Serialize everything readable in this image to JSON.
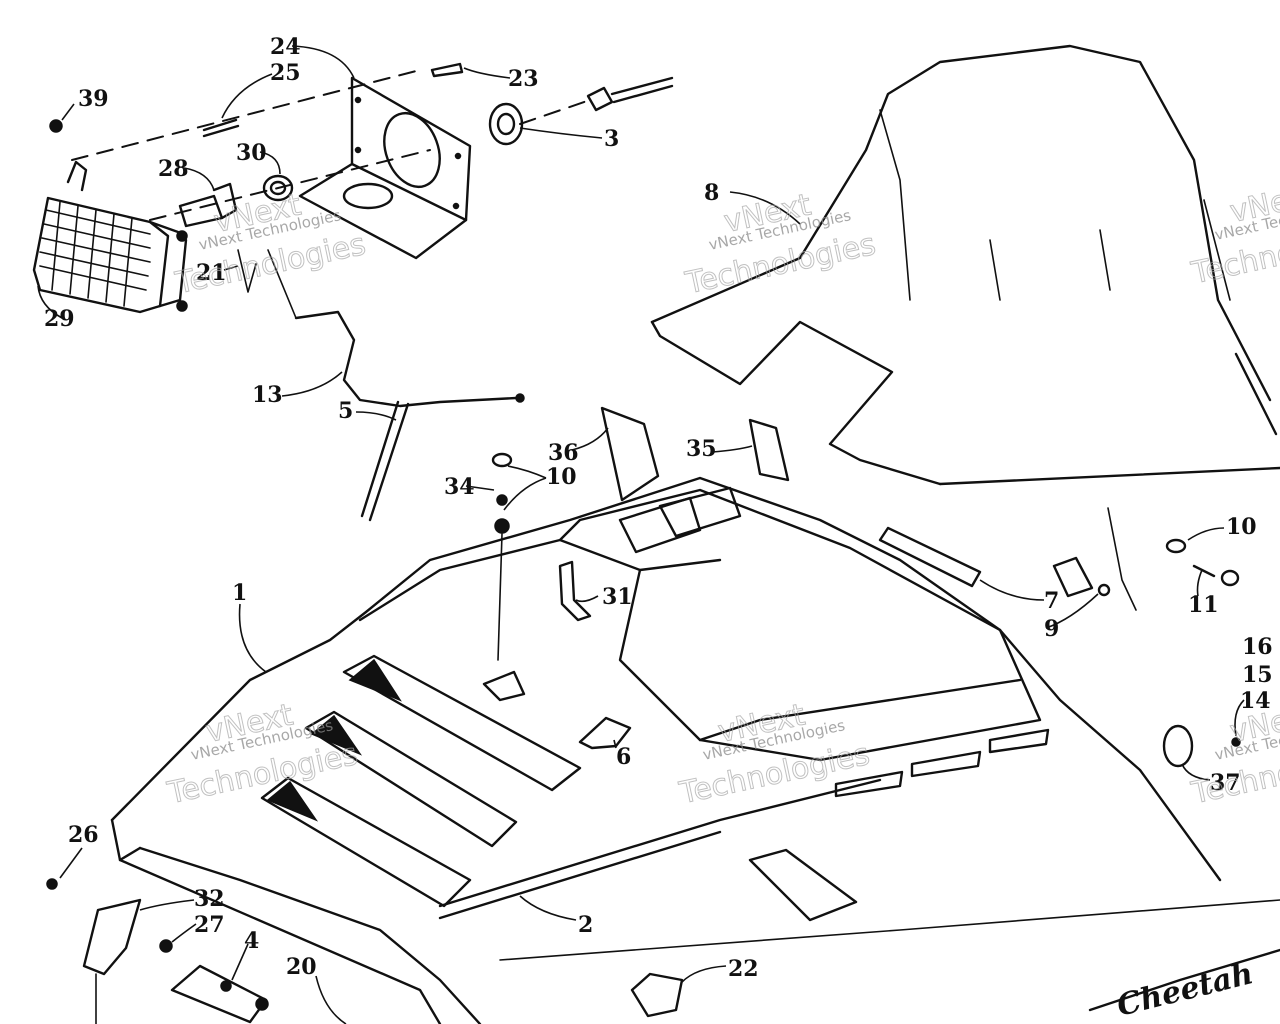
{
  "watermark": {
    "brand_line": "vNext Technologies",
    "word": "Technologies",
    "prefix": "vNext"
  },
  "callouts": {
    "n1": "1",
    "n2": "2",
    "n3": "3",
    "n4": "4",
    "n5": "5",
    "n6": "6",
    "n7": "7",
    "n8": "8",
    "n9": "9",
    "n10a": "10",
    "n10b": "10",
    "n11": "11",
    "n13": "13",
    "n14": "14",
    "n15": "15",
    "n16": "16",
    "n20": "20",
    "n21": "21",
    "n22": "22",
    "n23": "23",
    "n24": "24",
    "n25": "25",
    "n26": "26",
    "n27": "27",
    "n28": "28",
    "n29": "29",
    "n30": "30",
    "n31": "31",
    "n32": "32",
    "n34": "34",
    "n35": "35",
    "n36": "36",
    "n37": "37",
    "n39": "39"
  },
  "hood_script": "Cheetah"
}
